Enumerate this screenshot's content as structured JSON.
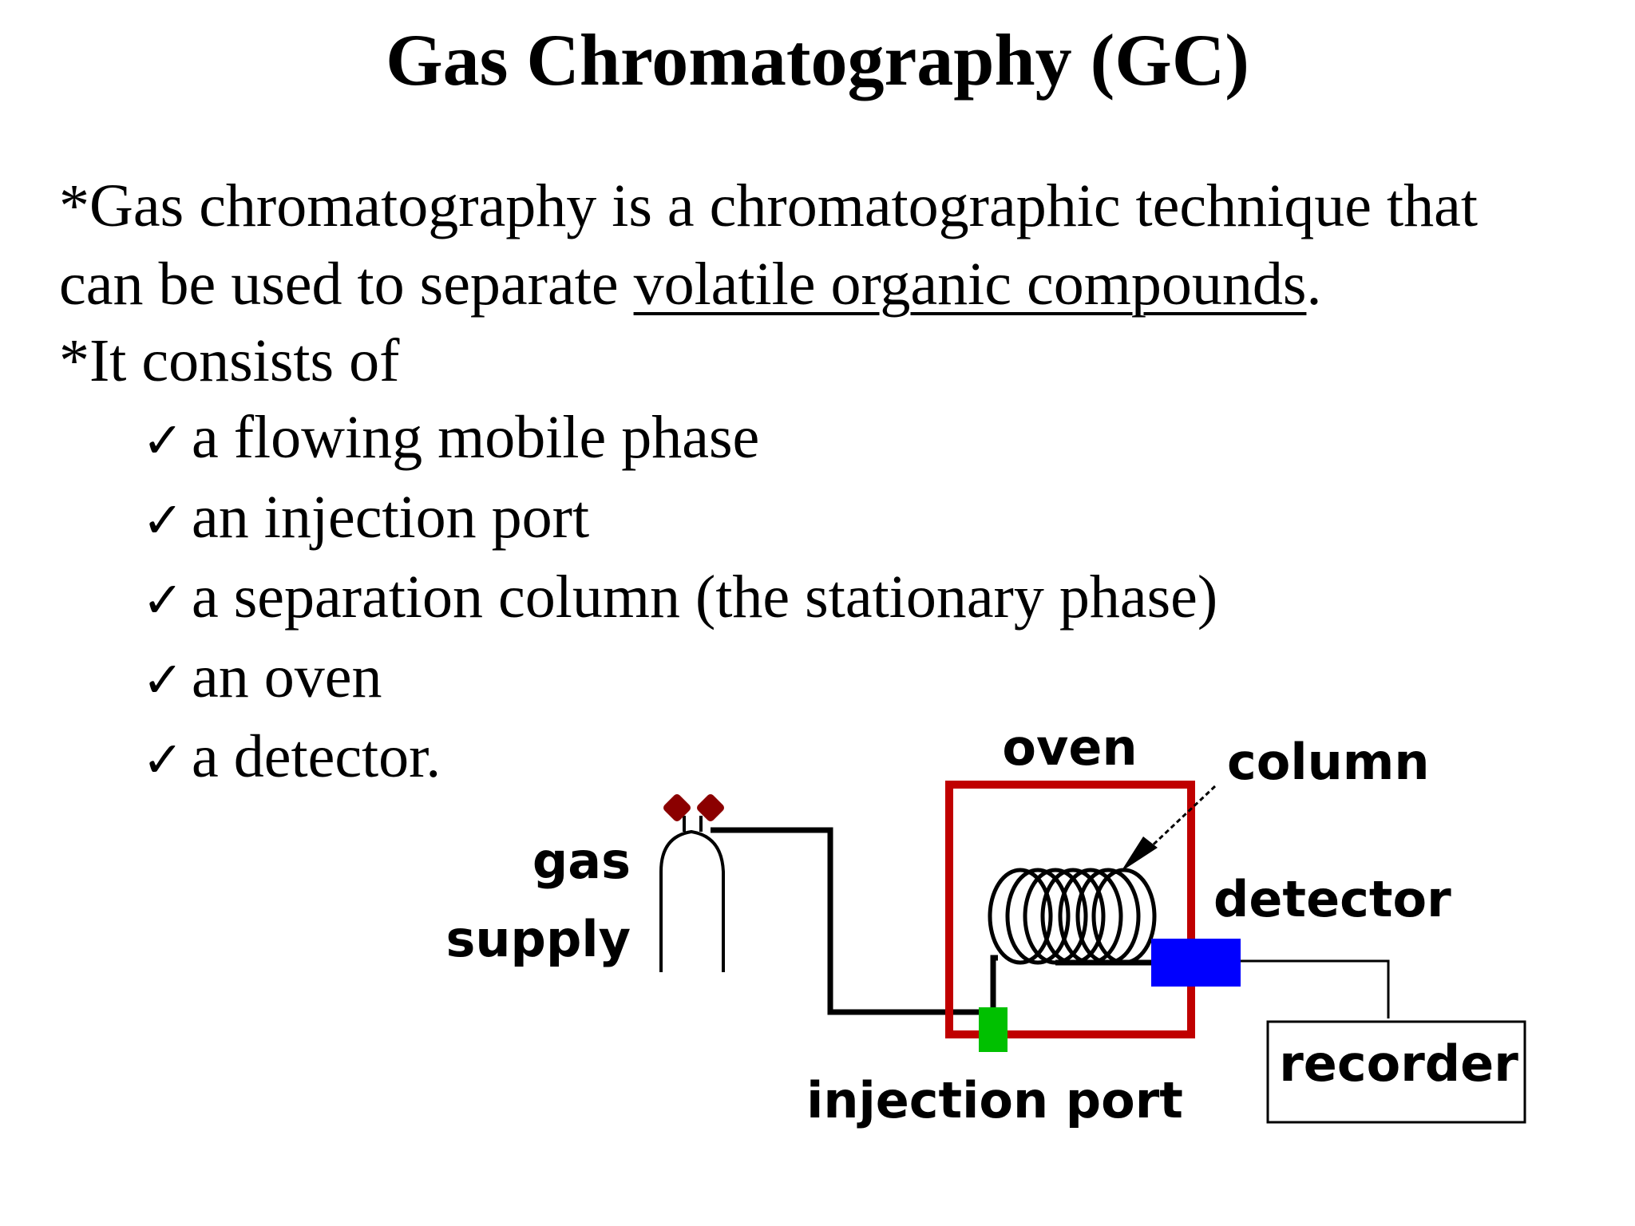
{
  "title": "Gas Chromatography (GC)",
  "intro": {
    "line1": "*Gas chromatography is a chromatographic technique that",
    "line2_prefix": "can be used to separate ",
    "line2_underlined": "volatile organic compounds",
    "line2_suffix": ".",
    "line3": "*It consists of"
  },
  "bullet_mark": "✓",
  "components": [
    "a flowing mobile phase",
    "an injection port",
    "a separation column (the stationary phase)",
    "an oven",
    "a detector."
  ],
  "diagram": {
    "labels": {
      "gas": "gas",
      "supply": "supply",
      "oven": "oven",
      "column": "column",
      "detector": "detector",
      "injection_port": "injection port",
      "recorder": "recorder"
    },
    "colors": {
      "oven_frame": "#c00000",
      "injection_port": "#00c000",
      "detector": "#0000ff",
      "valve_knobs": "#8b0000",
      "lines": "#000000"
    }
  }
}
